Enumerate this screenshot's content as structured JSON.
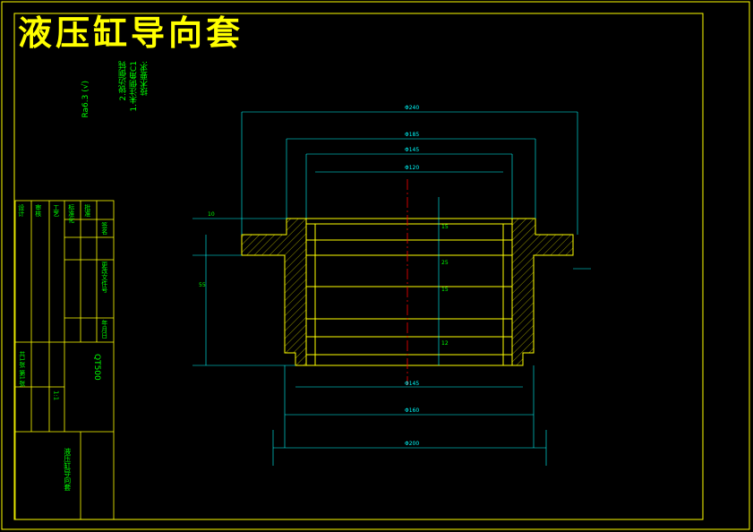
{
  "drawing": {
    "title": "液压缸导向套",
    "tech_requirements": {
      "heading": "技术要求:",
      "items": [
        "1.未注倒角C1",
        "2.锐边倒钝"
      ]
    },
    "roughness_note": "Ra6.3 (√)",
    "colors": {
      "frame": "#ffff00",
      "outline": "#ffff00",
      "dimension": "#00ffff",
      "text": "#00ff00",
      "hatch": "#ffff00"
    }
  },
  "title_block": {
    "left_labels": [
      "设计",
      "审核",
      "工艺",
      "标准化",
      "批准"
    ],
    "cells": [
      "更改文件号",
      "签名",
      "年月日"
    ],
    "part_name": "液压缸导向套",
    "scale": "1:1",
    "sheet": "共1张 第1张",
    "material": "QT500"
  },
  "dimensions": {
    "diameters": [
      "Φ240",
      "Φ185",
      "Φ145",
      "Φ120",
      "Φ145",
      "Φ160",
      "Φ200"
    ],
    "heights": [
      "10",
      "15",
      "55",
      "25",
      "15",
      "12"
    ]
  }
}
